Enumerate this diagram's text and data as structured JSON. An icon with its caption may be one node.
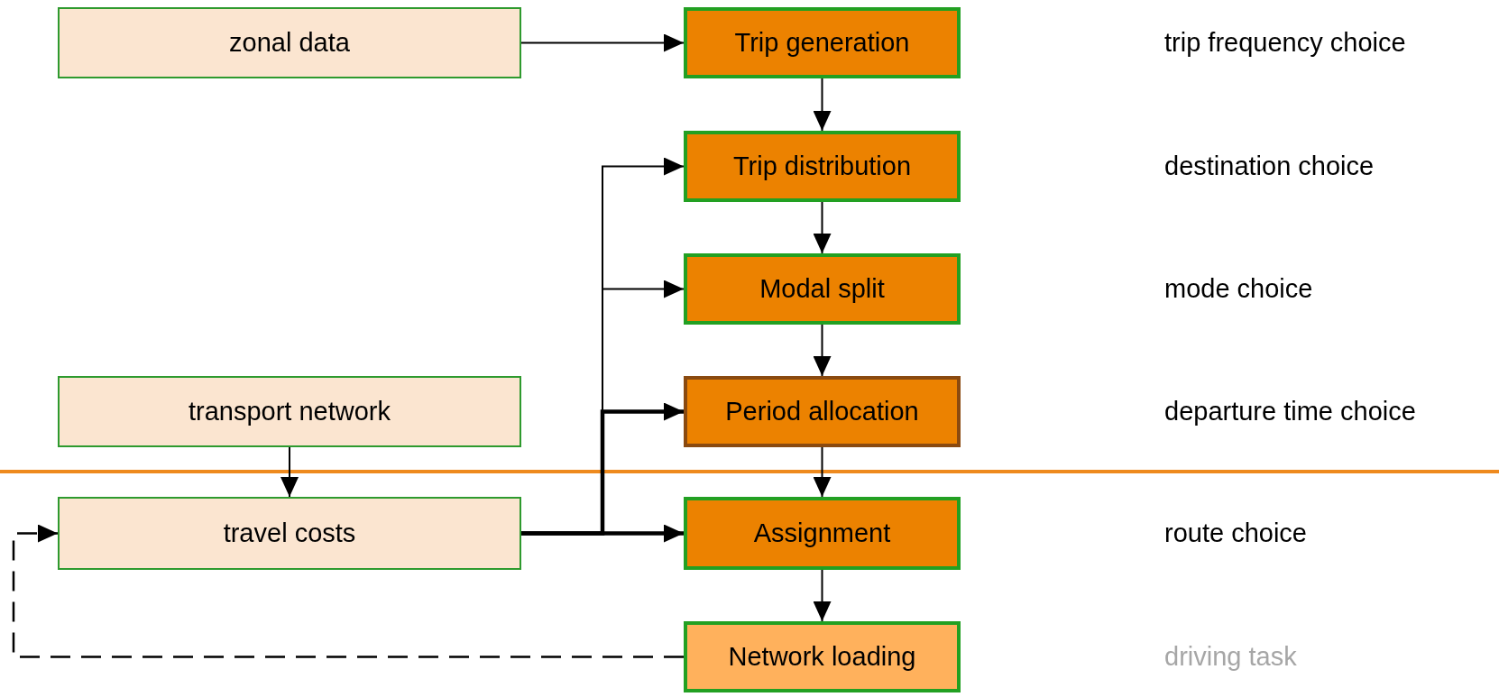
{
  "diagram": {
    "nodes": [
      {
        "text": [
          "zonal data"
        ]
      },
      {
        "text": [
          "Trip generation"
        ]
      },
      {
        "text": [
          "Trip distribution"
        ]
      },
      {
        "text": [
          "Modal split"
        ]
      },
      {
        "text": [
          "transport network"
        ]
      },
      {
        "text": [
          "Period allocation"
        ]
      },
      {
        "text": [
          "travel costs"
        ]
      },
      {
        "text": [
          "Assignment"
        ]
      },
      {
        "text": [
          "Network loading"
        ]
      }
    ],
    "edges": [
      {
        "from": 0,
        "to": 1,
        "arrow": "to"
      },
      {
        "from": 1,
        "to": 2,
        "arrow": "to"
      },
      {
        "from": 2,
        "to": 3,
        "arrow": "to"
      },
      {
        "from": 3,
        "to": 5,
        "arrow": "to"
      },
      {
        "from": 5,
        "to": 7,
        "arrow": "to"
      },
      {
        "from": 7,
        "to": 8,
        "arrow": "to"
      },
      {
        "from": 4,
        "to": 6,
        "arrow": "to"
      },
      {
        "from": 6,
        "to": 7,
        "arrow": "to",
        "style": "thick"
      },
      {
        "from": 6,
        "to": 5,
        "arrow": "to",
        "style": "thick"
      },
      {
        "from": 6,
        "to": 3,
        "arrow": "to"
      },
      {
        "from": 6,
        "to": 2,
        "arrow": "to"
      },
      {
        "from": 8,
        "to": 6,
        "arrow": "to",
        "style": "dashed"
      }
    ],
    "labels": [
      "trip frequency choice",
      "destination choice",
      "mode choice",
      "departure time choice",
      "route choice",
      "driving task"
    ]
  }
}
